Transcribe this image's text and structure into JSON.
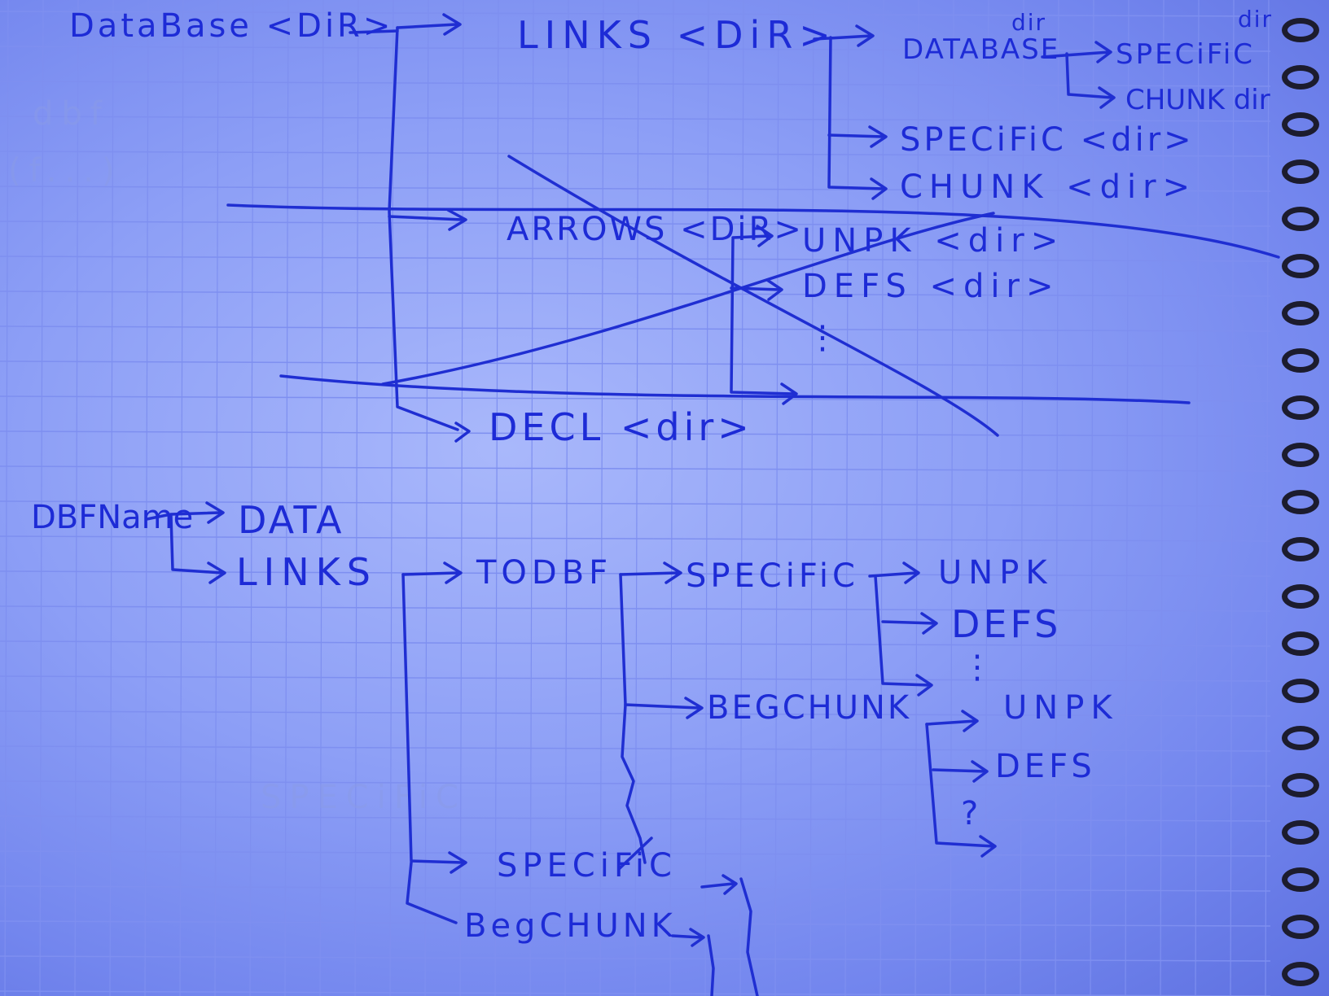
{
  "notebook": {
    "paper_color": "#9fb0fa",
    "grid_color": "#7e8ff0",
    "ink_color": "#1f2ed2",
    "ring_color": "#1c1c2e"
  },
  "top_tree": {
    "root": "DataBase <DiR>",
    "links": "LINKS <DiR>",
    "database": "DATABASE",
    "database_dir": "dir",
    "specific_dir": "dir",
    "specific_inner": "SPECiFiC",
    "chunk_inner": "CHUNK dir",
    "specific": "SPECiFiC <dir>",
    "chunk": "CHUNK <dir>",
    "arrows": "ARROWS <DiR>",
    "unpk": "UNPK <dir>",
    "defs": "DEFS <dir>",
    "dots": "⋮",
    "decl": "DECL <dir>"
  },
  "bottom_tree": {
    "root": "DBFName",
    "data": "DATA",
    "links": "LINKS",
    "todbf": "TODBF",
    "specific": "SPECiFiC",
    "unpk1": "UNPK",
    "defs1": "DEFS",
    "dots1": "⋮",
    "begchunk": "BEGCHUNK",
    "unpk2": "UNPK",
    "defs2": "DEFS",
    "q": "?",
    "specific2": "SPECiFiC",
    "begchunk2": "BegCHUNK"
  }
}
